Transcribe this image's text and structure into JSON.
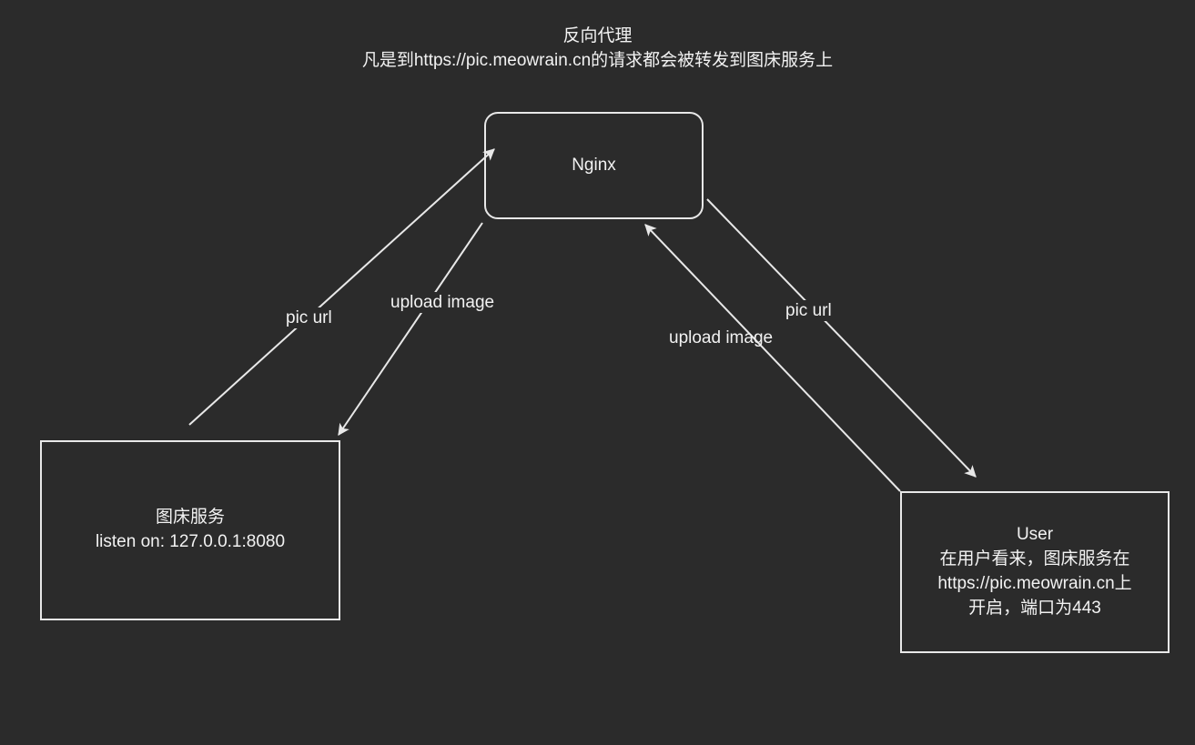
{
  "diagram": {
    "title": {
      "line1": "反向代理",
      "line2": "凡是到https://pic.meowrain.cn的请求都会被转发到图床服务上"
    },
    "background_color": "#2b2b2b",
    "stroke_color": "#e8e8e8",
    "text_color": "#f2f2f2",
    "nodes": [
      {
        "id": "nginx",
        "label": "Nginx",
        "shape": "rounded-rectangle"
      },
      {
        "id": "imagehost",
        "line1": "图床服务",
        "line2": "listen on: 127.0.0.1:8080",
        "shape": "rectangle"
      },
      {
        "id": "user",
        "line1": "User",
        "line2": "在用户看来，图床服务在",
        "line3": "https://pic.meowrain.cn上",
        "line4": "开启，端口为443",
        "shape": "rectangle"
      }
    ],
    "edges": [
      {
        "id": "imagehost-to-nginx",
        "label": "pic url",
        "from": "imagehost",
        "to": "nginx",
        "arrow": "end"
      },
      {
        "id": "nginx-to-imagehost",
        "label": "upload image",
        "from": "nginx",
        "to": "imagehost",
        "arrow": "end"
      },
      {
        "id": "nginx-to-user",
        "label": "pic url",
        "from": "nginx",
        "to": "user",
        "arrow": "end"
      },
      {
        "id": "user-to-nginx",
        "label": "upload image",
        "from": "user",
        "to": "nginx",
        "arrow": "end"
      }
    ]
  }
}
